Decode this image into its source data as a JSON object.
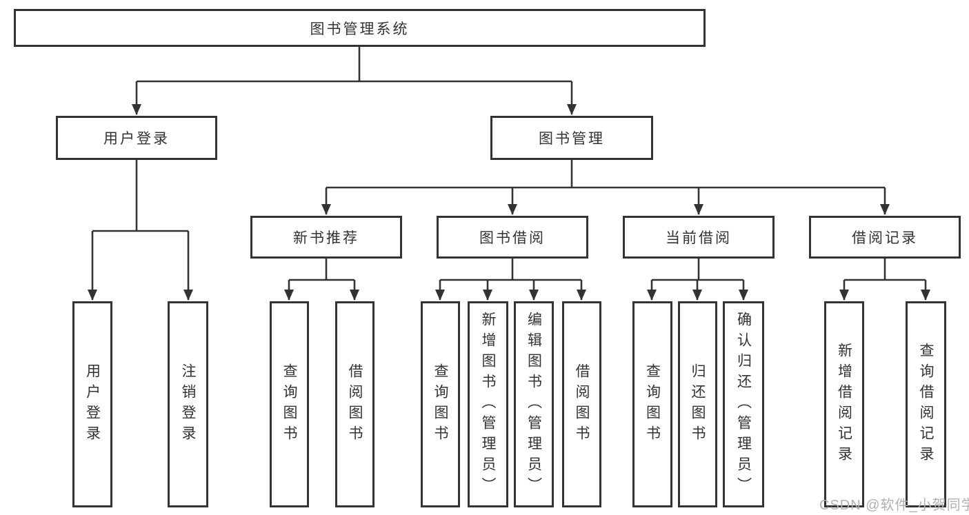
{
  "diagram_title": "图书管理系统",
  "tree": {
    "label": "图书管理系统",
    "children": [
      {
        "label": "用户登录",
        "children": [
          {
            "label": "用户登录"
          },
          {
            "label": "注销登录"
          }
        ]
      },
      {
        "label": "图书管理",
        "children": [
          {
            "label": "新书推荐",
            "children": [
              {
                "label": "查询图书"
              },
              {
                "label": "借阅图书"
              }
            ]
          },
          {
            "label": "图书借阅",
            "children": [
              {
                "label": "查询图书"
              },
              {
                "label": "新增图书（管理员）"
              },
              {
                "label": "编辑图书（管理员）"
              },
              {
                "label": "借阅图书"
              }
            ]
          },
          {
            "label": "当前借阅",
            "children": [
              {
                "label": "查询图书"
              },
              {
                "label": "归还图书"
              },
              {
                "label": "确认归还（管理员）"
              }
            ]
          },
          {
            "label": "借阅记录",
            "children": [
              {
                "label": "新增借阅记录"
              },
              {
                "label": "查询借阅记录"
              }
            ]
          }
        ]
      }
    ]
  },
  "watermark": {
    "text": "CSDN @软件_小贺同学"
  },
  "colors": {
    "line": "#333333",
    "text": "#333333",
    "box_background": "#ffffff",
    "page_background": "#ffffff",
    "watermark": "#b0b0b0"
  }
}
